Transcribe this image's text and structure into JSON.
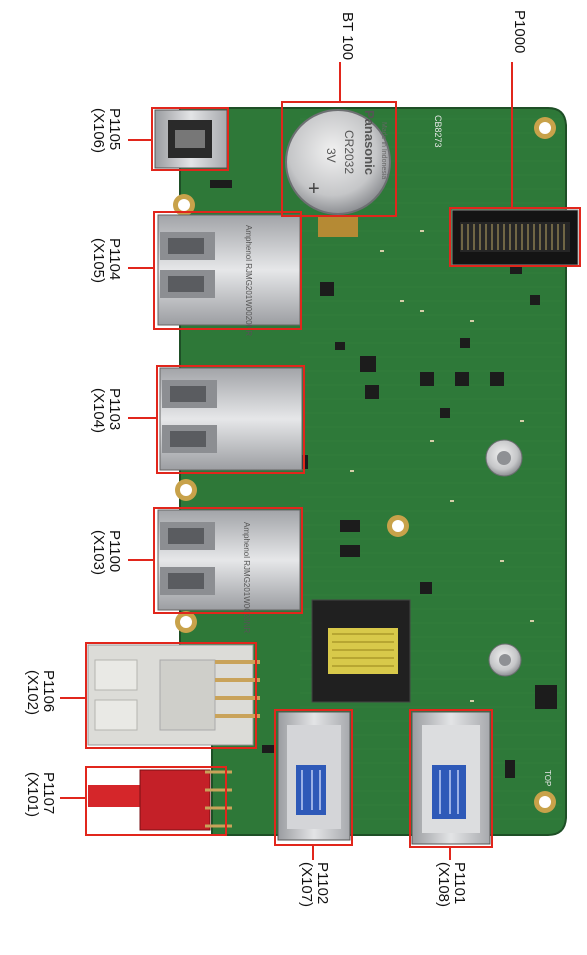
{
  "colors": {
    "pcb": "#2f7a3a",
    "pcb_dark": "#1f5a2a",
    "callout": "#e1261c",
    "silver": "#c7c9cc",
    "copper": "#b8873a"
  },
  "board": {
    "silkscreen_id": "CB8273",
    "corner_mark": "TOP"
  },
  "battery": {
    "brand": "Panasonic",
    "model": "CR2032",
    "voltage": "3V",
    "origin": "Made in Indonesia",
    "polarity": "+"
  },
  "callouts": [
    {
      "id": "bt100",
      "line1": "BT 100",
      "line2": ""
    },
    {
      "id": "p1000",
      "line1": "P1000",
      "line2": ""
    },
    {
      "id": "p1105",
      "line1": "P1105",
      "line2": "(X106)"
    },
    {
      "id": "p1104",
      "line1": "P1104",
      "line2": "(X105)"
    },
    {
      "id": "p1103",
      "line1": "P1103",
      "line2": "(X104)"
    },
    {
      "id": "p1100",
      "line1": "P1100",
      "line2": "(X103)"
    },
    {
      "id": "p1106",
      "line1": "P1106",
      "line2": "(X102)"
    },
    {
      "id": "p1107",
      "line1": "P1107",
      "line2": "(X101)"
    },
    {
      "id": "p1102",
      "line1": "P1102",
      "line2": "(X107)"
    },
    {
      "id": "p1101",
      "line1": "P1101",
      "line2": "(X108)"
    }
  ],
  "rj45_marking": "Amphenol RJMG201W0020NR"
}
